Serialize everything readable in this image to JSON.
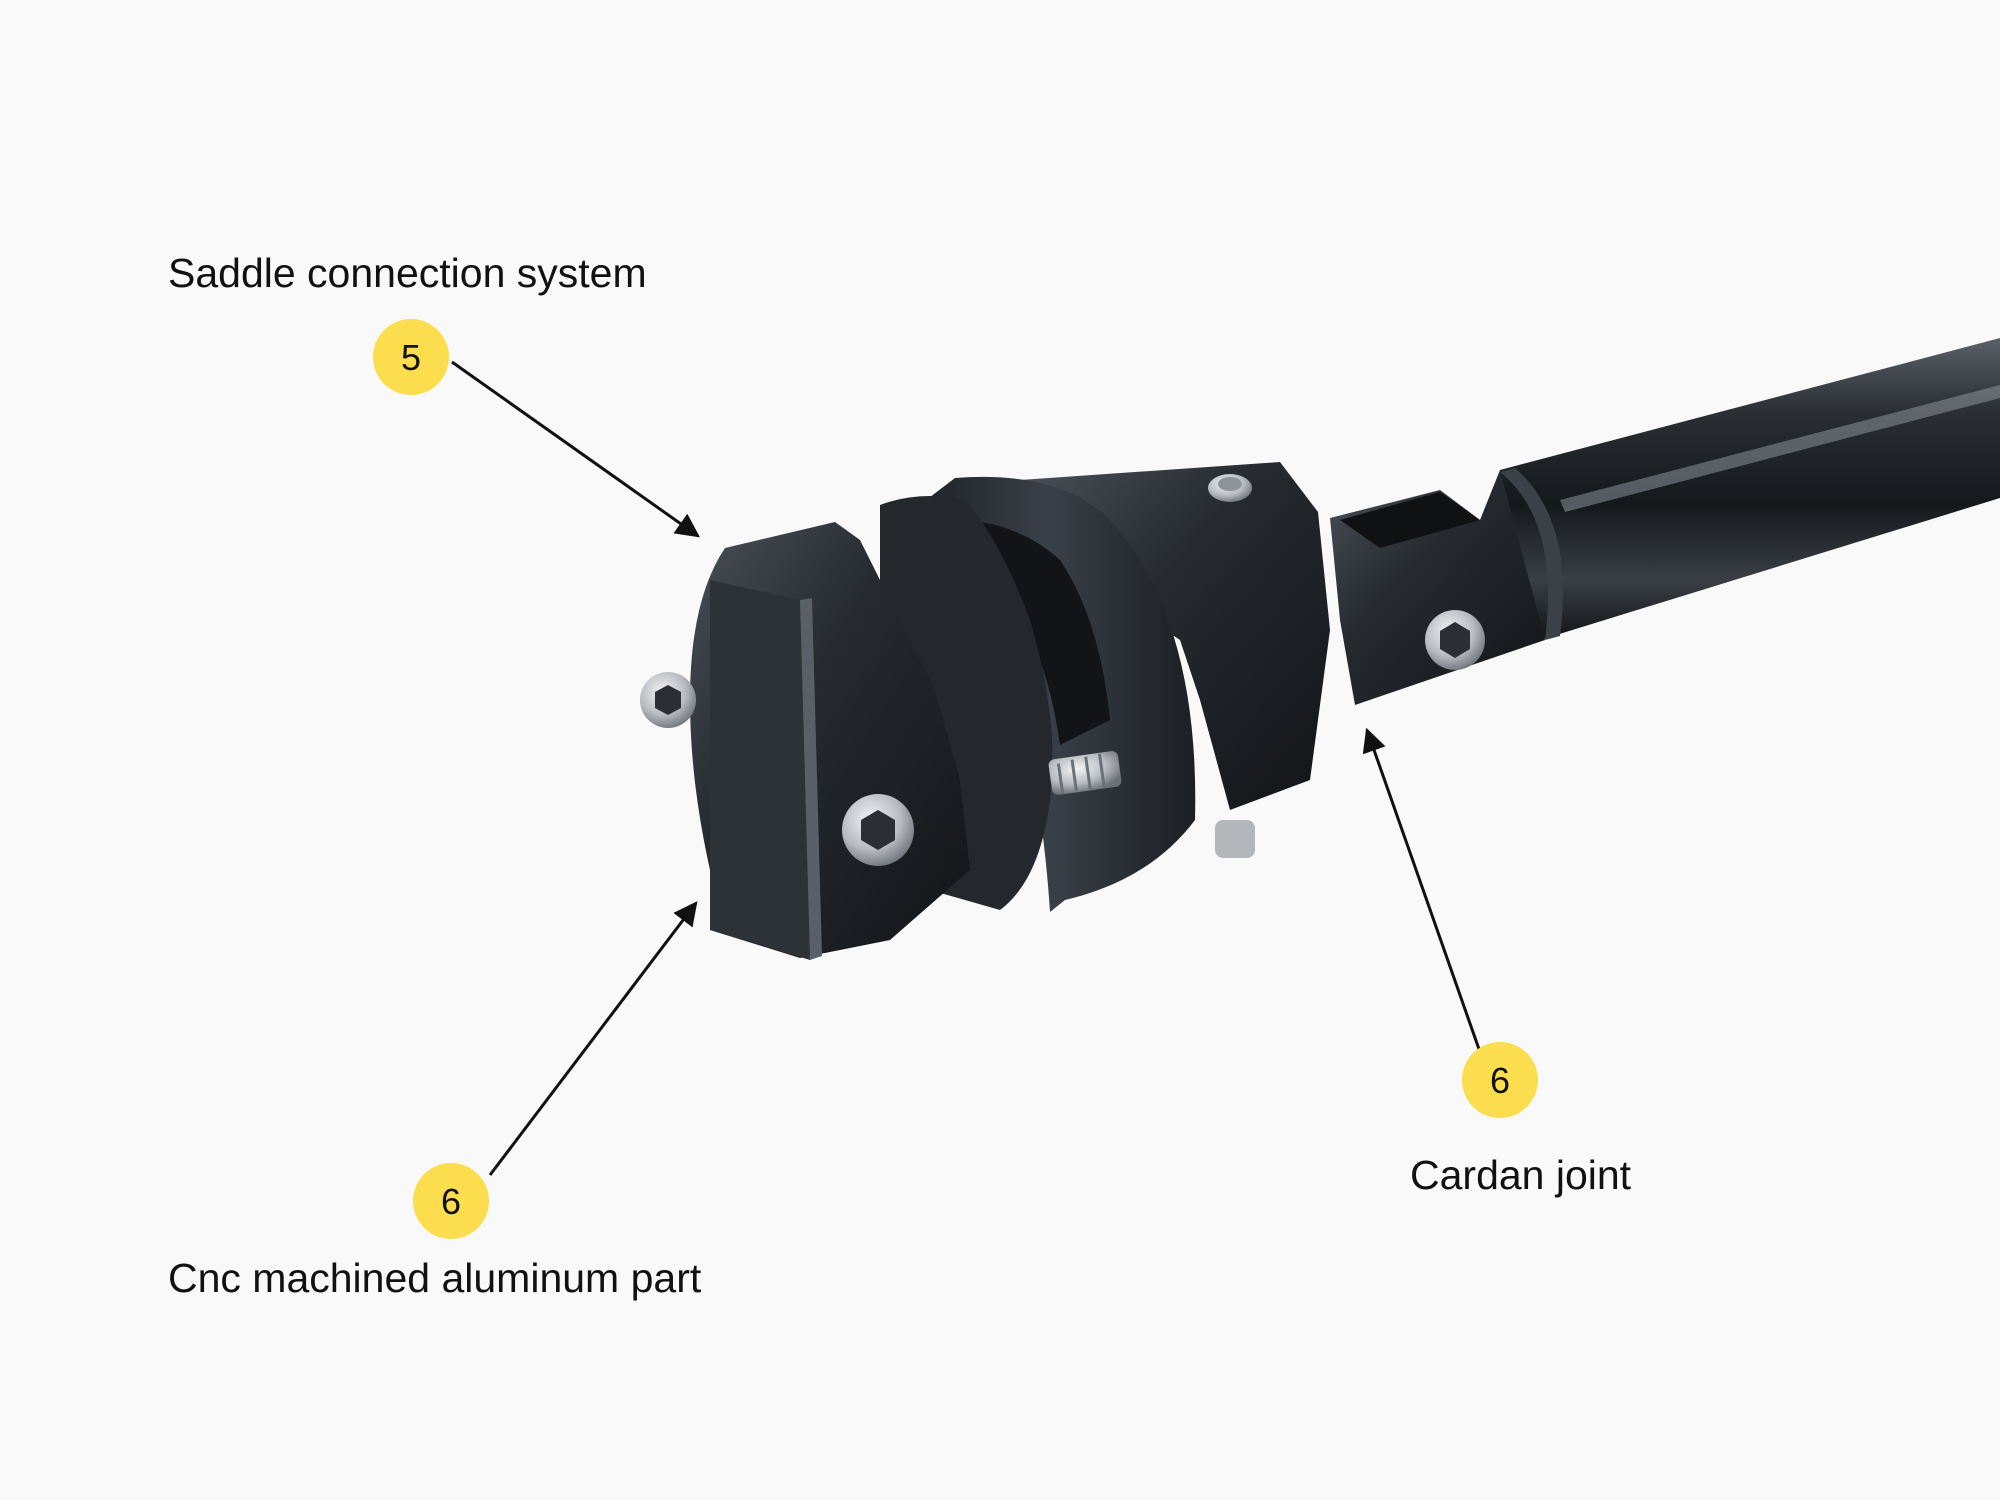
{
  "callouts": [
    {
      "number": "5",
      "label": "Saddle connection system"
    },
    {
      "number": "6",
      "label": "Cnc machined aluminum part"
    },
    {
      "number": "6",
      "label": "Cardan joint"
    }
  ],
  "colors": {
    "background": "#f9f9f9",
    "badge": "#fbdd4d",
    "text": "#111111",
    "part": "#1e2226",
    "screw": "#c9ccd0"
  },
  "icons": [
    "hex-socket-screw-icon",
    "arrow-icon"
  ]
}
